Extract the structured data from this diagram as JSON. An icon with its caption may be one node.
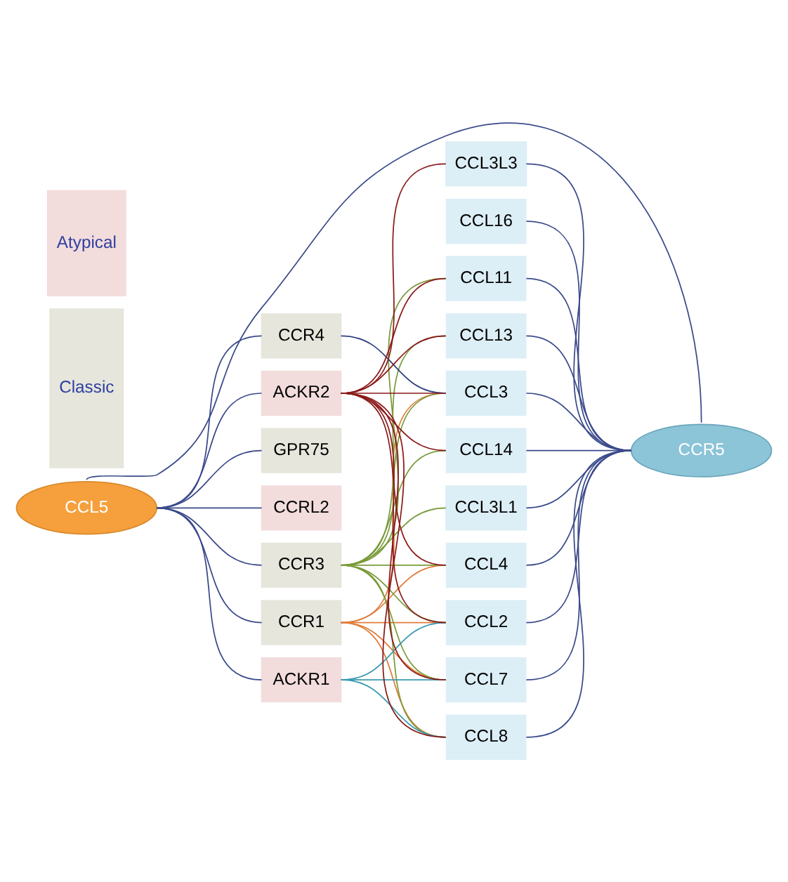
{
  "diagram": {
    "nodes": [
      {
        "text": [
          "CCL5"
        ]
      },
      {
        "text": [
          "CCR5"
        ]
      },
      {
        "text": [
          "Classic"
        ]
      },
      {
        "text": [
          "Atypical"
        ]
      },
      {
        "text": [
          "CCR1"
        ]
      },
      {
        "text": [
          "CCR3"
        ]
      },
      {
        "text": [
          "CCR4"
        ]
      },
      {
        "text": [
          "GPR75"
        ]
      },
      {
        "text": [
          "ACKR1"
        ]
      },
      {
        "text": [
          "ACKR2"
        ]
      },
      {
        "text": [
          "CCRL2"
        ]
      },
      {
        "text": [
          "CCL2"
        ]
      },
      {
        "text": [
          "CCL3"
        ]
      },
      {
        "text": [
          "CCL4"
        ]
      },
      {
        "text": [
          "CCL7"
        ]
      },
      {
        "text": [
          "CCL8"
        ]
      },
      {
        "text": [
          "CCL11"
        ]
      },
      {
        "text": [
          "CCL13"
        ]
      },
      {
        "text": [
          "CCL14"
        ]
      },
      {
        "text": [
          "CCL16"
        ]
      },
      {
        "text": [
          "CCL3L1"
        ]
      },
      {
        "text": [
          "CCL3L3"
        ]
      }
    ],
    "edges": [
      {
        "from": 0,
        "to": 1,
        "arrow": "none"
      },
      {
        "from": 0,
        "to": 4,
        "arrow": "none"
      },
      {
        "from": 0,
        "to": 5,
        "arrow": "none"
      },
      {
        "from": 0,
        "to": 6,
        "arrow": "none"
      },
      {
        "from": 0,
        "to": 7,
        "arrow": "none"
      },
      {
        "from": 0,
        "to": 8,
        "arrow": "none"
      },
      {
        "from": 0,
        "to": 9,
        "arrow": "none"
      },
      {
        "from": 0,
        "to": 10,
        "arrow": "none"
      },
      {
        "from": 1,
        "to": 11,
        "arrow": "none"
      },
      {
        "from": 1,
        "to": 12,
        "arrow": "none"
      },
      {
        "from": 1,
        "to": 13,
        "arrow": "none"
      },
      {
        "from": 1,
        "to": 14,
        "arrow": "none"
      },
      {
        "from": 1,
        "to": 15,
        "arrow": "none"
      },
      {
        "from": 1,
        "to": 16,
        "arrow": "none"
      },
      {
        "from": 1,
        "to": 17,
        "arrow": "none"
      },
      {
        "from": 1,
        "to": 18,
        "arrow": "none"
      },
      {
        "from": 1,
        "to": 19,
        "arrow": "none"
      },
      {
        "from": 1,
        "to": 20,
        "arrow": "none"
      },
      {
        "from": 1,
        "to": 21,
        "arrow": "none"
      },
      {
        "from": 4,
        "to": 11,
        "arrow": "none",
        "color": "#e07b39"
      },
      {
        "from": 4,
        "to": 12,
        "arrow": "none",
        "color": "#e07b39"
      },
      {
        "from": 4,
        "to": 13,
        "arrow": "none",
        "color": "#e07b39"
      },
      {
        "from": 4,
        "to": 14,
        "arrow": "none",
        "color": "#e07b39"
      },
      {
        "from": 4,
        "to": 15,
        "arrow": "none",
        "color": "#e07b39"
      },
      {
        "from": 5,
        "to": 11,
        "arrow": "none",
        "color": "#7a9a3a"
      },
      {
        "from": 5,
        "to": 12,
        "arrow": "none",
        "color": "#7a9a3a"
      },
      {
        "from": 5,
        "to": 13,
        "arrow": "none",
        "color": "#7a9a3a"
      },
      {
        "from": 5,
        "to": 14,
        "arrow": "none",
        "color": "#7a9a3a"
      },
      {
        "from": 5,
        "to": 15,
        "arrow": "none",
        "color": "#7a9a3a"
      },
      {
        "from": 5,
        "to": 16,
        "arrow": "none",
        "color": "#7a9a3a"
      },
      {
        "from": 5,
        "to": 17,
        "arrow": "none",
        "color": "#7a9a3a"
      },
      {
        "from": 5,
        "to": 18,
        "arrow": "none",
        "color": "#7a9a3a"
      },
      {
        "from": 5,
        "to": 20,
        "arrow": "none",
        "color": "#7a9a3a"
      },
      {
        "from": 6,
        "to": 12,
        "arrow": "none",
        "color": "#2f3f7f"
      },
      {
        "from": 8,
        "to": 11,
        "arrow": "none",
        "color": "#3a9ab0"
      },
      {
        "from": 8,
        "to": 14,
        "arrow": "none",
        "color": "#3a9ab0"
      },
      {
        "from": 8,
        "to": 15,
        "arrow": "none",
        "color": "#3a9ab0"
      },
      {
        "from": 9,
        "to": 11,
        "arrow": "none",
        "color": "#8b1a1a"
      },
      {
        "from": 9,
        "to": 12,
        "arrow": "none",
        "color": "#8b1a1a"
      },
      {
        "from": 9,
        "to": 13,
        "arrow": "none",
        "color": "#8b1a1a"
      },
      {
        "from": 9,
        "to": 14,
        "arrow": "none",
        "color": "#8b1a1a"
      },
      {
        "from": 9,
        "to": 15,
        "arrow": "none",
        "color": "#8b1a1a"
      },
      {
        "from": 9,
        "to": 16,
        "arrow": "none",
        "color": "#8b1a1a"
      },
      {
        "from": 9,
        "to": 17,
        "arrow": "none",
        "color": "#8b1a1a"
      },
      {
        "from": 9,
        "to": 18,
        "arrow": "none",
        "color": "#8b1a1a"
      },
      {
        "from": 9,
        "to": 21,
        "arrow": "none",
        "color": "#8b1a1a"
      }
    ]
  }
}
